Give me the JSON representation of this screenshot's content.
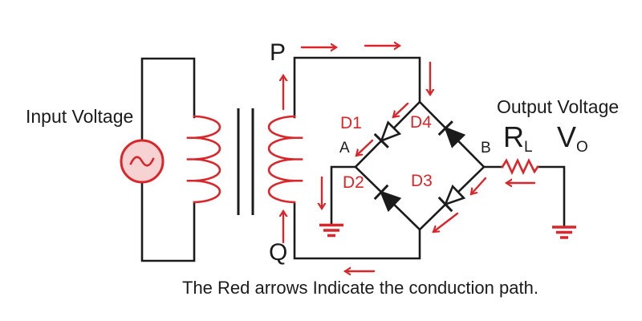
{
  "labels": {
    "input_voltage": "Input Voltage",
    "output_voltage": "Output Voltage",
    "secondary_top_terminal": "P",
    "secondary_bottom_terminal": "Q",
    "node_a": "A",
    "node_b": "B",
    "d1": "D1",
    "d2": "D2",
    "d3": "D3",
    "d4": "D4",
    "load_resistor": {
      "text": "R",
      "sub": "L"
    },
    "output_v": {
      "text": "V",
      "sub": "O"
    },
    "caption": "The Red arrows Indicate the conduction path."
  },
  "colors": {
    "conduction_red": "#d9262b",
    "wire_black": "#1b1b1b",
    "source_fill": "#f7d2d2",
    "background": "#ffffff"
  }
}
